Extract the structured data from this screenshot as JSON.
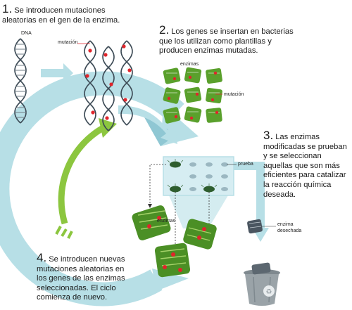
{
  "steps": [
    {
      "num": "1.",
      "text_line1": "Se introducen mutaciones",
      "text_line2": "aleatorias en el gen de la enzima."
    },
    {
      "num": "2.",
      "text_line1": "Los genes se insertan en bacterias",
      "text_line2": "que los utilizan como plantillas y",
      "text_line3": "producen enzimas mutadas."
    },
    {
      "num": "3.",
      "text_line1": "Las enzimas",
      "text_line2": "modificadas se prueban",
      "text_line3": "y se seleccionan",
      "text_line4": "aquellas que son más",
      "text_line5": "eficientes para catalizar",
      "text_line6": "la reacción química",
      "text_line7": "deseada."
    },
    {
      "num": "4.",
      "text_line1": "Se introducen nuevas",
      "text_line2": "mutaciones aleatorias en",
      "text_line3": "los genes de las enzimas",
      "text_line4": "seleccionadas. El ciclo",
      "text_line5": "comienza de nuevo."
    }
  ],
  "labels": {
    "dna": "DNA",
    "mutacion_dna": "mutación",
    "enzimas": "enzimas",
    "mutacion_enzyme": "mutación",
    "prueba": "prueba",
    "enzimas_selected": "enzimas",
    "enzima_desechada_1": "enzima",
    "enzima_desechada_2": "desechada"
  },
  "colors": {
    "cycle_arrow": "#b7dfe6",
    "cycle_arrow_dark": "#8fc7d3",
    "inner_arrow": "#8cc63f",
    "enzyme_green": "#5aa02c",
    "mutation_red": "#e0252b",
    "dna_gray": "#3c4a55",
    "bin_gray": "#9aa3a8"
  }
}
